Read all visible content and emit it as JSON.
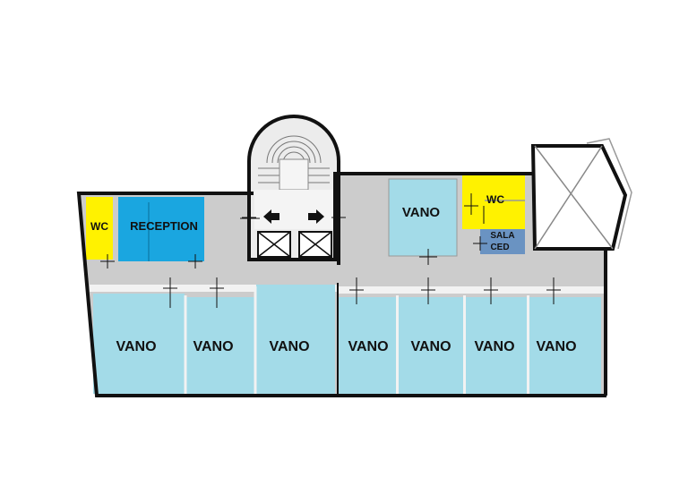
{
  "colors": {
    "wall": "#111111",
    "corridor": "#cccccc",
    "office": "#a3dbe8",
    "reception": "#1aa6e0",
    "wc": "#fff200",
    "server_room": "#6a93c2",
    "stair": "#ececec",
    "background": "#ffffff"
  },
  "icons": {
    "elevator": "elevator-x-box",
    "arrow_left": "arrow-left-icon",
    "arrow_right": "arrow-right-icon",
    "door": "door-crosshair-icon"
  },
  "rooms": {
    "wc_left": "WC",
    "reception": "RECEPTION",
    "vano_top": "VANO",
    "wc_right": "WC",
    "sala_ced_line1": "SALA",
    "sala_ced_line2": "CED",
    "vano_1": "VANO",
    "vano_2": "VANO",
    "vano_3": "VANO",
    "vano_4": "VANO",
    "vano_5": "VANO",
    "vano_6": "VANO",
    "vano_7": "VANO"
  }
}
